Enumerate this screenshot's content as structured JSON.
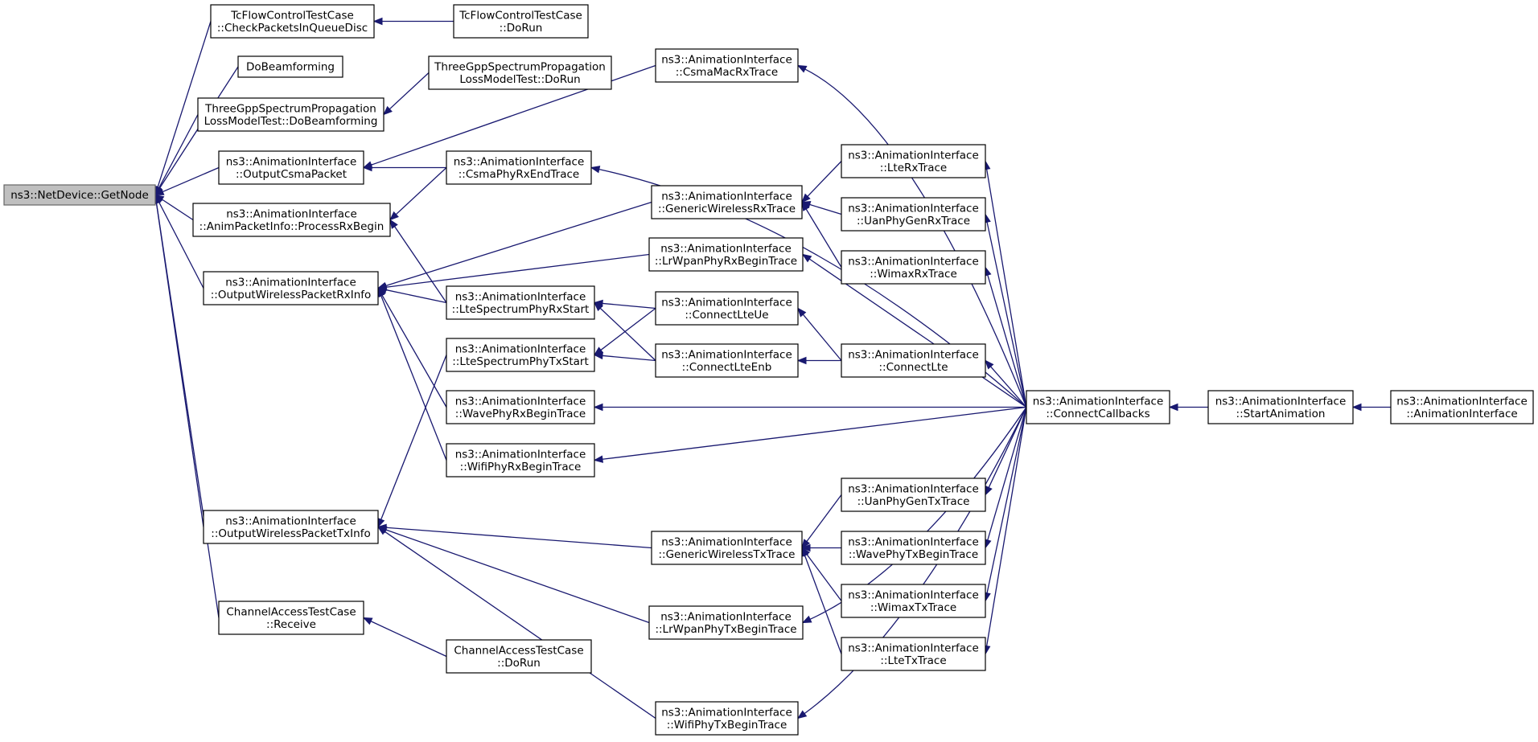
{
  "diagram": {
    "title": "",
    "nodes": [
      {
        "id": "getnode",
        "lines": [
          "ns3::NetDevice::GetNode"
        ],
        "root": true
      },
      {
        "id": "tcCheck",
        "lines": [
          "TcFlowControlTestCase",
          "::CheckPacketsInQueueDisc"
        ]
      },
      {
        "id": "tcDoRun",
        "lines": [
          "TcFlowControlTestCase",
          "::DoRun"
        ]
      },
      {
        "id": "doBeam",
        "lines": [
          "DoBeamforming"
        ]
      },
      {
        "id": "tgDoRun",
        "lines": [
          "ThreeGppSpectrumPropagation",
          "LossModelTest::DoRun"
        ]
      },
      {
        "id": "tgDoBeam",
        "lines": [
          "ThreeGppSpectrumPropagation",
          "LossModelTest::DoBeamforming"
        ]
      },
      {
        "id": "csmaMacRx",
        "lines": [
          "ns3::AnimationInterface",
          "::CsmaMacRxTrace"
        ]
      },
      {
        "id": "outCsma",
        "lines": [
          "ns3::AnimationInterface",
          "::OutputCsmaPacket"
        ]
      },
      {
        "id": "csmaPhyRxEnd",
        "lines": [
          "ns3::AnimationInterface",
          "::CsmaPhyRxEndTrace"
        ]
      },
      {
        "id": "procRx",
        "lines": [
          "ns3::AnimationInterface",
          "::AnimPacketInfo::ProcessRxBegin"
        ]
      },
      {
        "id": "lteRx",
        "lines": [
          "ns3::AnimationInterface",
          "::LteRxTrace"
        ]
      },
      {
        "id": "genWlRx",
        "lines": [
          "ns3::AnimationInterface",
          "::GenericWirelessRxTrace"
        ]
      },
      {
        "id": "uanRx",
        "lines": [
          "ns3::AnimationInterface",
          "::UanPhyGenRxTrace"
        ]
      },
      {
        "id": "lrwpanRx",
        "lines": [
          "ns3::AnimationInterface",
          "::LrWpanPhyRxBeginTrace"
        ]
      },
      {
        "id": "wimaxRx",
        "lines": [
          "ns3::AnimationInterface",
          "::WimaxRxTrace"
        ]
      },
      {
        "id": "outWlRx",
        "lines": [
          "ns3::AnimationInterface",
          "::OutputWirelessPacketRxInfo"
        ]
      },
      {
        "id": "lteSpecRx",
        "lines": [
          "ns3::AnimationInterface",
          "::LteSpectrumPhyRxStart"
        ]
      },
      {
        "id": "connLteUe",
        "lines": [
          "ns3::AnimationInterface",
          "::ConnectLteUe"
        ]
      },
      {
        "id": "lteSpecTx",
        "lines": [
          "ns3::AnimationInterface",
          "::LteSpectrumPhyTxStart"
        ]
      },
      {
        "id": "connLteEnb",
        "lines": [
          "ns3::AnimationInterface",
          "::ConnectLteEnb"
        ]
      },
      {
        "id": "connLte",
        "lines": [
          "ns3::AnimationInterface",
          "::ConnectLte"
        ]
      },
      {
        "id": "waveRx",
        "lines": [
          "ns3::AnimationInterface",
          "::WavePhyRxBeginTrace"
        ]
      },
      {
        "id": "connCb",
        "lines": [
          "ns3::AnimationInterface",
          "::ConnectCallbacks"
        ]
      },
      {
        "id": "startAnim",
        "lines": [
          "ns3::AnimationInterface",
          "::StartAnimation"
        ]
      },
      {
        "id": "animIf",
        "lines": [
          "ns3::AnimationInterface",
          "::AnimationInterface"
        ]
      },
      {
        "id": "wifiRx",
        "lines": [
          "ns3::AnimationInterface",
          "::WifiPhyRxBeginTrace"
        ]
      },
      {
        "id": "uanTx",
        "lines": [
          "ns3::AnimationInterface",
          "::UanPhyGenTxTrace"
        ]
      },
      {
        "id": "outWlTx",
        "lines": [
          "ns3::AnimationInterface",
          "::OutputWirelessPacketTxInfo"
        ]
      },
      {
        "id": "genWlTx",
        "lines": [
          "ns3::AnimationInterface",
          "::GenericWirelessTxTrace"
        ]
      },
      {
        "id": "waveTx",
        "lines": [
          "ns3::AnimationInterface",
          "::WavePhyTxBeginTrace"
        ]
      },
      {
        "id": "wimaxTx",
        "lines": [
          "ns3::AnimationInterface",
          "::WimaxTxTrace"
        ]
      },
      {
        "id": "chRecv",
        "lines": [
          "ChannelAccessTestCase",
          "::Receive"
        ]
      },
      {
        "id": "lrwpanTx",
        "lines": [
          "ns3::AnimationInterface",
          "::LrWpanPhyTxBeginTrace"
        ]
      },
      {
        "id": "lteTx",
        "lines": [
          "ns3::AnimationInterface",
          "::LteTxTrace"
        ]
      },
      {
        "id": "chDoRun",
        "lines": [
          "ChannelAccessTestCase",
          "::DoRun"
        ]
      },
      {
        "id": "wifiTx",
        "lines": [
          "ns3::AnimationInterface",
          "::WifiPhyTxBeginTrace"
        ]
      }
    ],
    "edges": [
      {
        "from": "tcCheck",
        "to": "getnode"
      },
      {
        "from": "doBeam",
        "to": "getnode"
      },
      {
        "from": "tgDoBeam",
        "to": "getnode"
      },
      {
        "from": "outCsma",
        "to": "getnode"
      },
      {
        "from": "procRx",
        "to": "getnode"
      },
      {
        "from": "outWlRx",
        "to": "getnode"
      },
      {
        "from": "outWlTx",
        "to": "getnode"
      },
      {
        "from": "chRecv",
        "to": "getnode"
      },
      {
        "from": "tcDoRun",
        "to": "tcCheck"
      },
      {
        "from": "tgDoRun",
        "to": "tgDoBeam"
      },
      {
        "from": "csmaMacRx",
        "to": "outCsma"
      },
      {
        "from": "csmaPhyRxEnd",
        "to": "outCsma"
      },
      {
        "from": "csmaPhyRxEnd",
        "to": "procRx"
      },
      {
        "from": "lteSpecRx",
        "to": "procRx"
      },
      {
        "from": "genWlRx",
        "to": "outWlRx"
      },
      {
        "from": "lrwpanRx",
        "to": "outWlRx"
      },
      {
        "from": "lteSpecRx",
        "to": "outWlRx"
      },
      {
        "from": "waveRx",
        "to": "outWlRx"
      },
      {
        "from": "wifiRx",
        "to": "outWlRx"
      },
      {
        "from": "lteRx",
        "to": "genWlRx"
      },
      {
        "from": "uanRx",
        "to": "genWlRx"
      },
      {
        "from": "wimaxRx",
        "to": "genWlRx"
      },
      {
        "from": "connLteUe",
        "to": "lteSpecRx"
      },
      {
        "from": "connLteEnb",
        "to": "lteSpecRx"
      },
      {
        "from": "connLteUe",
        "to": "lteSpecTx"
      },
      {
        "from": "connLteEnb",
        "to": "lteSpecTx"
      },
      {
        "from": "lteSpecTx",
        "to": "outWlTx"
      },
      {
        "from": "genWlTx",
        "to": "outWlTx"
      },
      {
        "from": "lrwpanTx",
        "to": "outWlTx"
      },
      {
        "from": "wifiTx",
        "to": "outWlTx"
      },
      {
        "from": "connLte",
        "to": "connLteUe"
      },
      {
        "from": "connLte",
        "to": "connLteEnb"
      },
      {
        "from": "uanTx",
        "to": "genWlTx"
      },
      {
        "from": "waveTx",
        "to": "genWlTx"
      },
      {
        "from": "wimaxTx",
        "to": "genWlTx"
      },
      {
        "from": "lteTx",
        "to": "genWlTx"
      },
      {
        "from": "chDoRun",
        "to": "chRecv"
      },
      {
        "from": "connCb",
        "to": "csmaMacRx"
      },
      {
        "from": "connCb",
        "to": "csmaPhyRxEnd"
      },
      {
        "from": "connCb",
        "to": "lteRx"
      },
      {
        "from": "connCb",
        "to": "uanRx"
      },
      {
        "from": "connCb",
        "to": "wimaxRx"
      },
      {
        "from": "connCb",
        "to": "lrwpanRx"
      },
      {
        "from": "connCb",
        "to": "connLte"
      },
      {
        "from": "connCb",
        "to": "waveRx"
      },
      {
        "from": "connCb",
        "to": "wifiRx"
      },
      {
        "from": "connCb",
        "to": "uanTx"
      },
      {
        "from": "connCb",
        "to": "waveTx"
      },
      {
        "from": "connCb",
        "to": "wimaxTx"
      },
      {
        "from": "connCb",
        "to": "lteTx"
      },
      {
        "from": "connCb",
        "to": "lrwpanTx"
      },
      {
        "from": "connCb",
        "to": "wifiTx"
      },
      {
        "from": "startAnim",
        "to": "connCb"
      },
      {
        "from": "animIf",
        "to": "startAnim"
      }
    ]
  },
  "colors": {
    "edge": "#191970",
    "node_fill": "#ffffff",
    "node_border": "#000000",
    "root_fill": "#bfbfbf",
    "root_border": "#666666"
  }
}
